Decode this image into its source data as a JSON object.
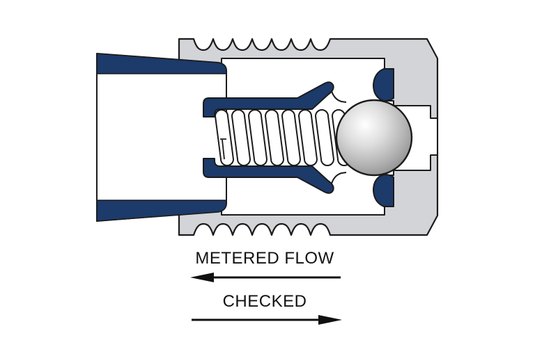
{
  "diagram": {
    "subject": "ball check valve cross-section",
    "labels": {
      "metered_flow": "METERED FLOW",
      "checked": "CHECKED"
    },
    "flow_annotations": [
      {
        "label": "METERED FLOW",
        "arrow_direction": "left"
      },
      {
        "label": "CHECKED",
        "arrow_direction": "right"
      }
    ],
    "colors": {
      "background": "#ffffff",
      "body_gray": "#d3d4d7",
      "seal_navy": "#1c3a6a",
      "outline": "#1b1b1b",
      "ball_highlight": "#ffffff",
      "ball_shadow": "#8b8b8b",
      "text": "#111111"
    }
  }
}
